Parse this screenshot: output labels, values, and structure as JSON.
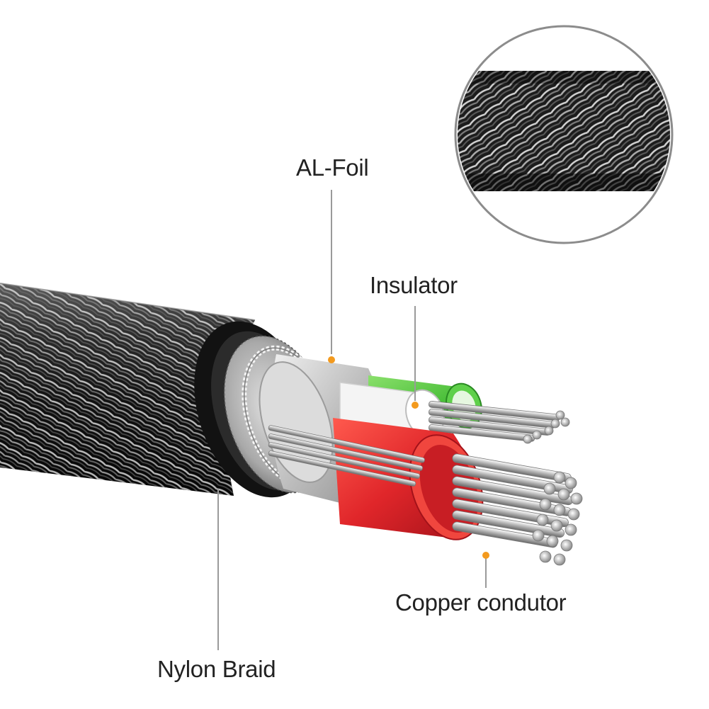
{
  "labels": {
    "al_foil": "AL-Foil",
    "insulator": "Insulator",
    "copper": "Copper condutor",
    "nylon": "Nylon Braid"
  },
  "colors": {
    "accent_dot": "#f39a1e",
    "leader_line": "#9a9a9a",
    "braid_dark": "#1a1a1a",
    "insulator_green": "#4bbf3a",
    "insulator_red": "#e0262a",
    "insulator_white": "#f2f2f2",
    "foil_silver": "#c8c8c8"
  }
}
